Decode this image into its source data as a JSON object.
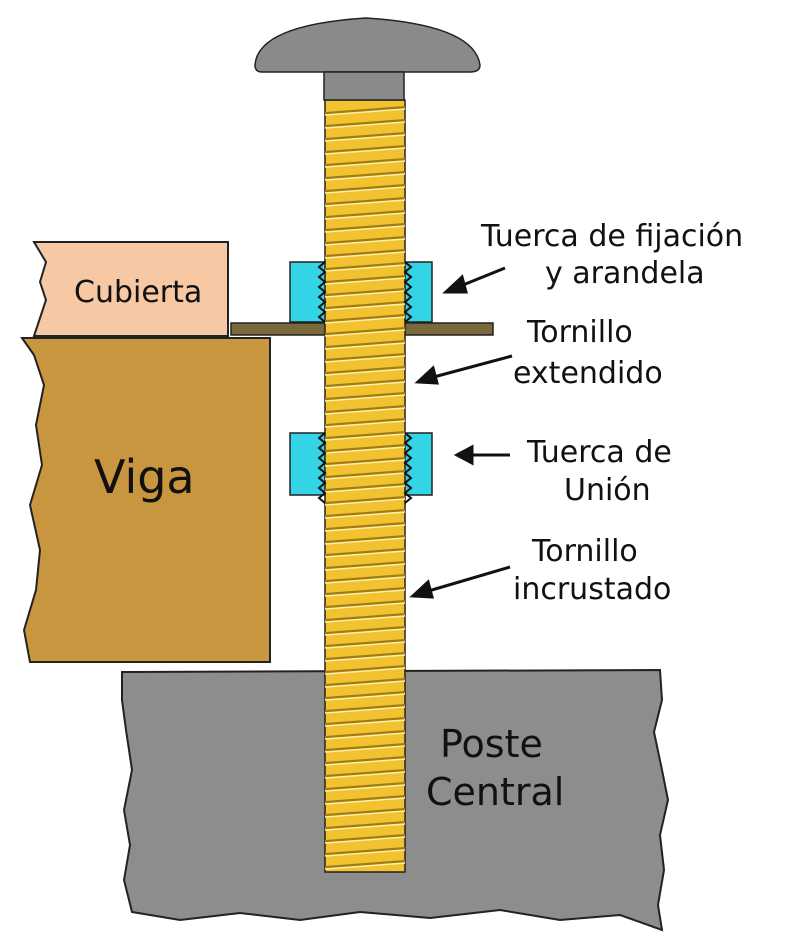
{
  "labels": {
    "cubierta": "Cubierta",
    "viga": "Viga",
    "tuerca_fijacion_line1": "Tuerca de fijación",
    "tuerca_fijacion_line2": "y arandela",
    "tornillo_extendido_line1": "Tornillo",
    "tornillo_extendido_line2": "extendido",
    "tuerca_union_line1": "Tuerca de",
    "tuerca_union_line2": "Unión",
    "tornillo_incrustado_line1": "Tornillo",
    "tornillo_incrustado_line2": "incrustado",
    "poste_line1": "Poste",
    "poste_line2": "Central"
  },
  "colors": {
    "bolt_head": "#8a8a8a",
    "bolt_thread": "#f2c230",
    "bolt_thread_shadow": "#a27c10",
    "cubierta": "#f6c9a4",
    "viga": "#c8963e",
    "poste": "#8d8d8d",
    "nut": "#33d4e6",
    "washer": "#7a6a3a",
    "outline": "#222222"
  }
}
